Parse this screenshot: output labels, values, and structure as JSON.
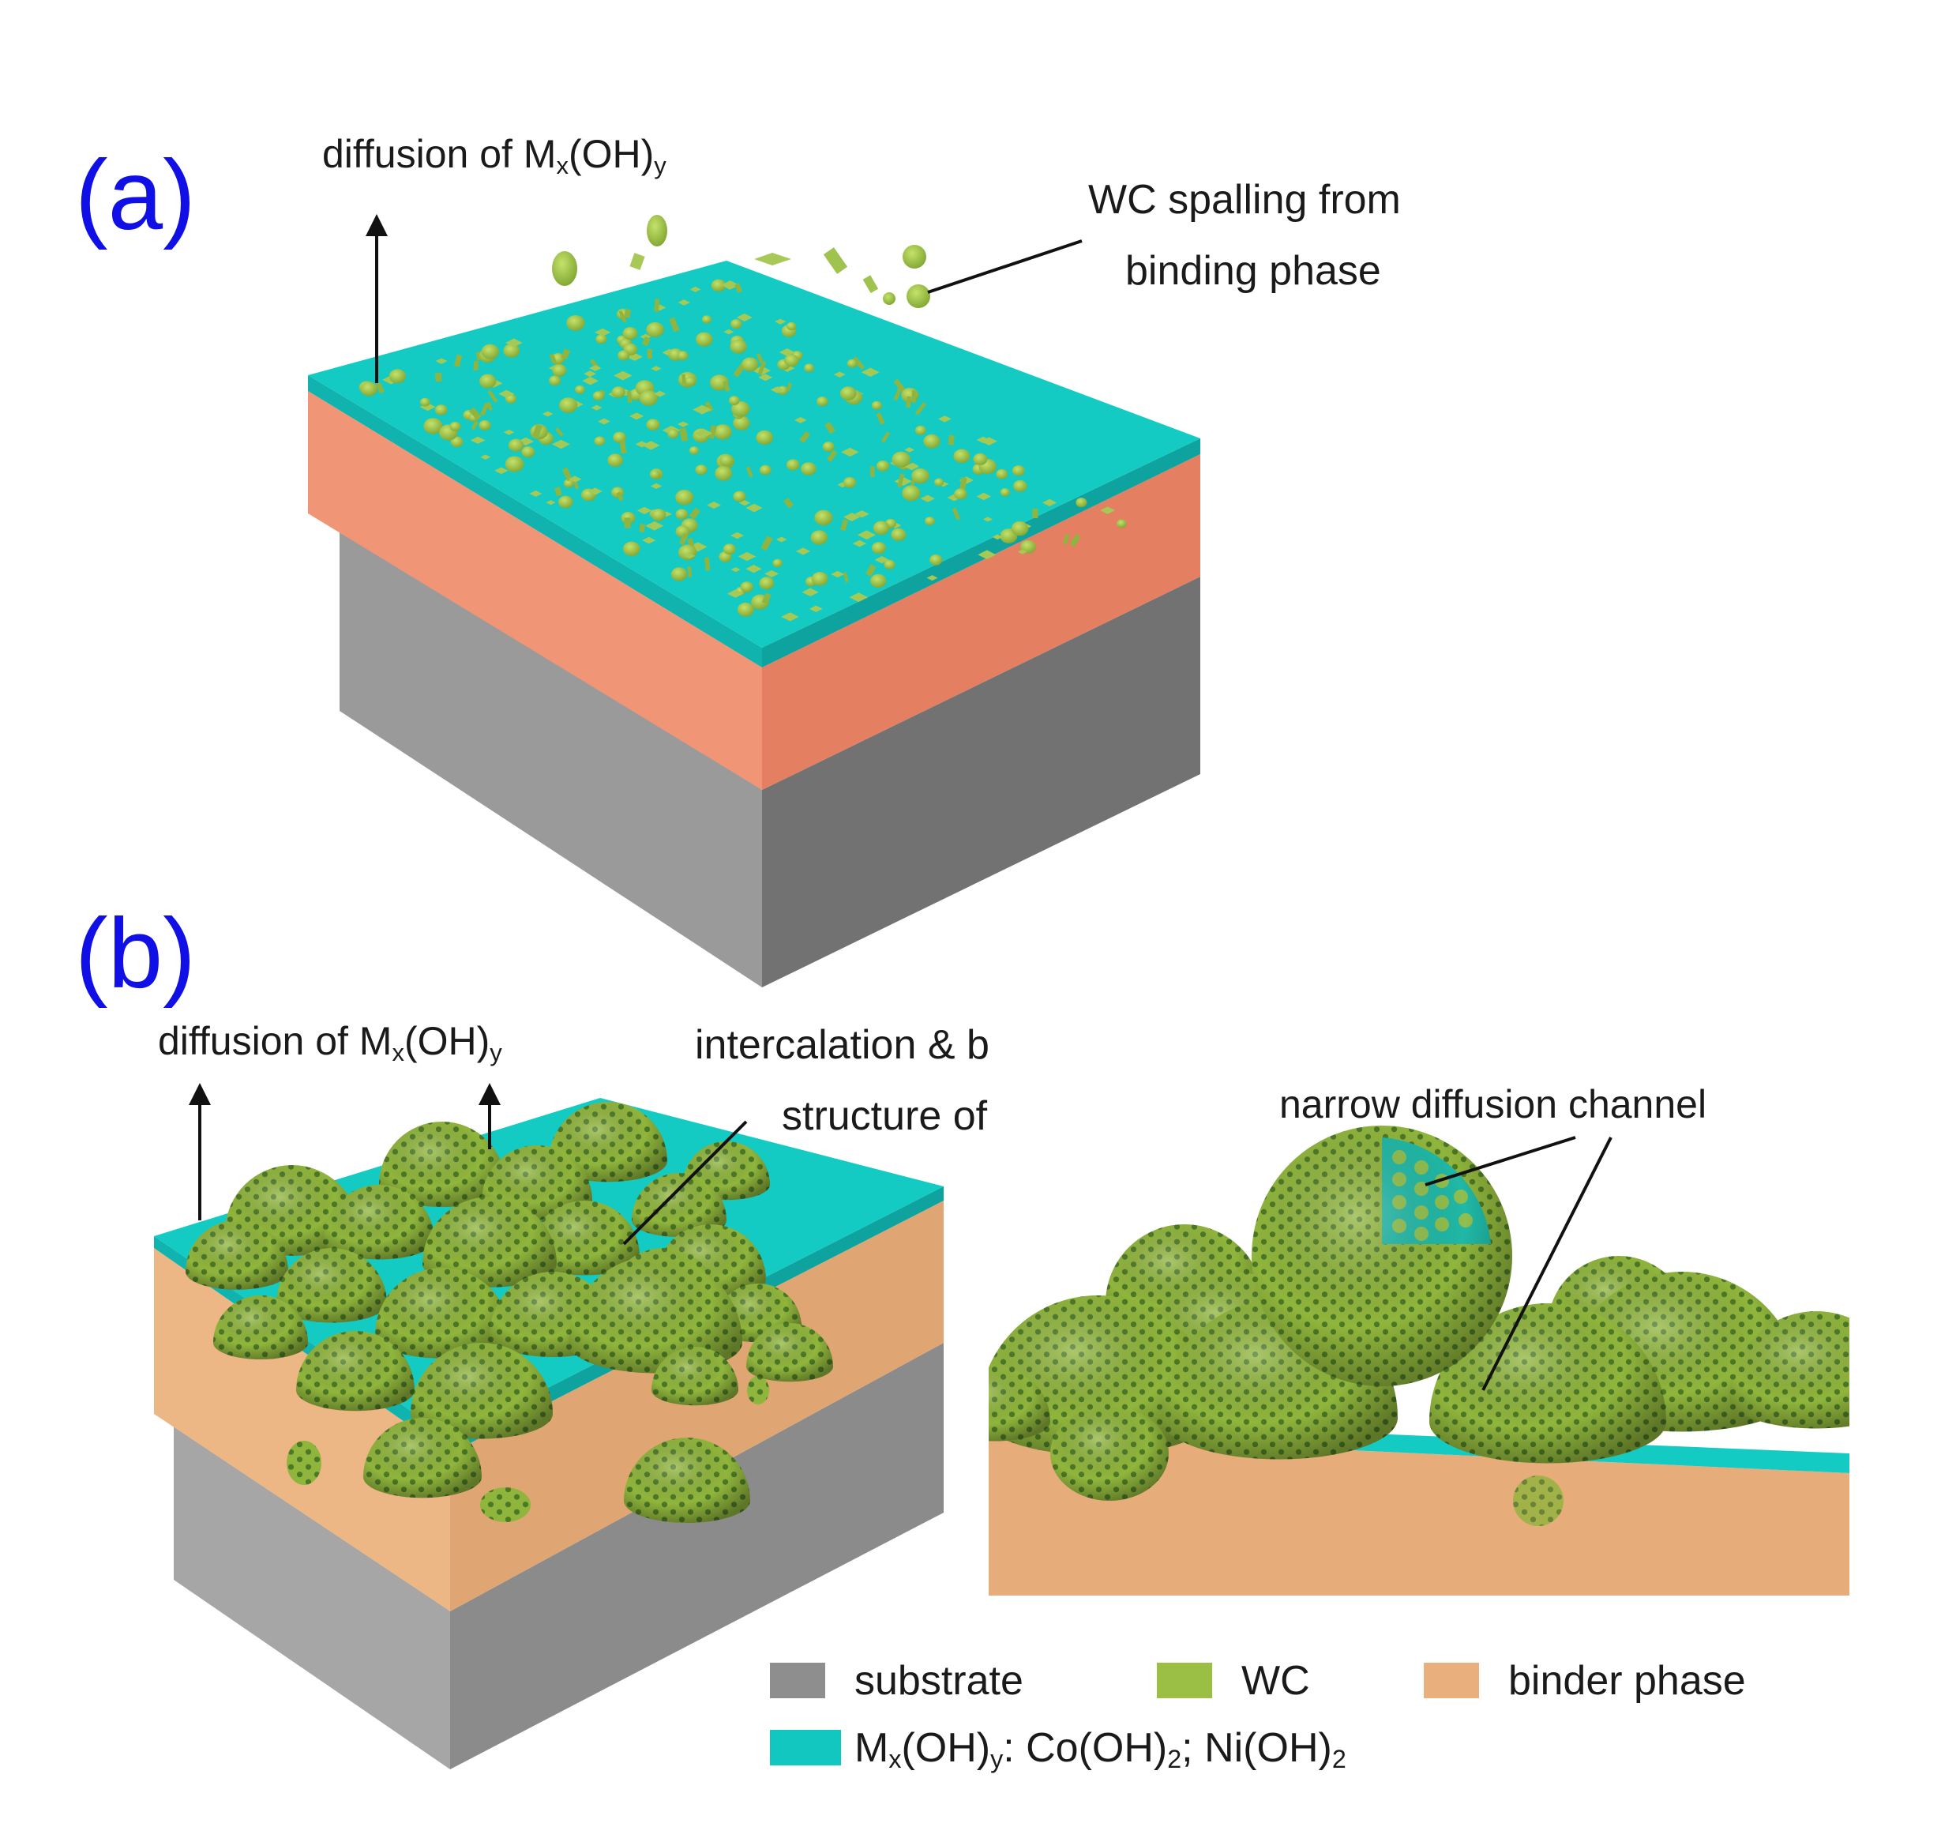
{
  "panels": {
    "a": {
      "label": "(a)",
      "diffusion": {
        "prefix": "diffusion of M",
        "x_sub": "x",
        "mid": "(OH)",
        "y_sub": "y"
      },
      "spalling": {
        "line1": "WC spalling from",
        "line2": "binding phase"
      }
    },
    "b": {
      "label": "(b)",
      "diffusion": {
        "prefix": "diffusion of M",
        "x_sub": "x",
        "mid": "(OH)",
        "y_sub": "y"
      },
      "intercalation": {
        "line1": "intercalation & bonding",
        "line2": "structure of WC"
      },
      "channel": "narrow diffusion channel"
    }
  },
  "legend": {
    "items": [
      {
        "label": "substrate",
        "color": "#8e8e8e"
      },
      {
        "label": "WC",
        "color": "#9bbf45"
      },
      {
        "label": "binder phase",
        "color": "#e9b07e"
      }
    ],
    "hydroxide": {
      "color": "#12c7c0",
      "prefix": "M",
      "x_sub": "x",
      "mid": "(OH)",
      "y_sub": "y",
      "co": "Co(OH)",
      "co_sub": "2",
      "ni": "Ni(OH)",
      "ni_sub": "2"
    }
  },
  "colors": {
    "substrate": "#8e8e8e",
    "binder_a": "#f09677",
    "binder_b": "#e9b07e",
    "hydroxide": "#12c7c0",
    "wc": "#9bbf45",
    "label_blue": "#1010e6"
  }
}
